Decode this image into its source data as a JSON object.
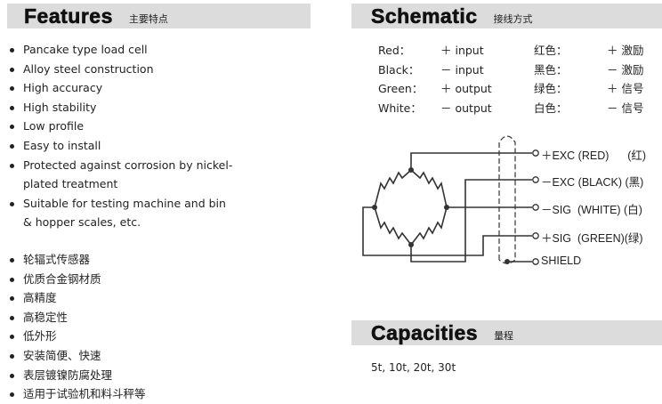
{
  "features": {
    "title": "Features",
    "subtitle": "主要特点",
    "items_en": [
      "Pancake type load cell",
      "Alloy steel construction",
      "High accuracy",
      "High stability",
      "Low profile",
      "Easy to install",
      "Protected against corrosion by nickel-",
      "plated treatment",
      "Suitable for testing machine and bin",
      "& hopper scales, etc."
    ],
    "items_cn": [
      "轮辐式传感器",
      "优质合金钢材质",
      "高精度",
      "高稳定性",
      "低外形",
      "安装简便、快速",
      "表层镀镍防腐处理",
      "适用于试验机和料斗秤等"
    ]
  },
  "schematic": {
    "title": "Schematic",
    "subtitle": "接线方式",
    "wires": [
      {
        "color": "Red：",
        "sig": "＋ input",
        "cn": "红色：",
        "cnsig": "＋ 激励"
      },
      {
        "color": "Black：",
        "sig": "－ input",
        "cn": "黑色：",
        "cnsig": "－ 激励"
      },
      {
        "color": "Green：",
        "sig": "＋ output",
        "cn": "绿色：",
        "cnsig": "＋ 信号"
      },
      {
        "color": "White：",
        "sig": "－ output",
        "cn": "白色：",
        "cnsig": "－ 信号"
      }
    ],
    "labels": [
      "＋EXC (RED)      (红)",
      "－EXC (BLACK) (黑)",
      "－SIG  (WHITE) (白)",
      "＋SIG  (GREEN)(绿)",
      "SHIELD"
    ]
  },
  "capacities": {
    "title": "Capacities",
    "subtitle": "量程",
    "values": "5t, 10t, 20t, 30t"
  }
}
